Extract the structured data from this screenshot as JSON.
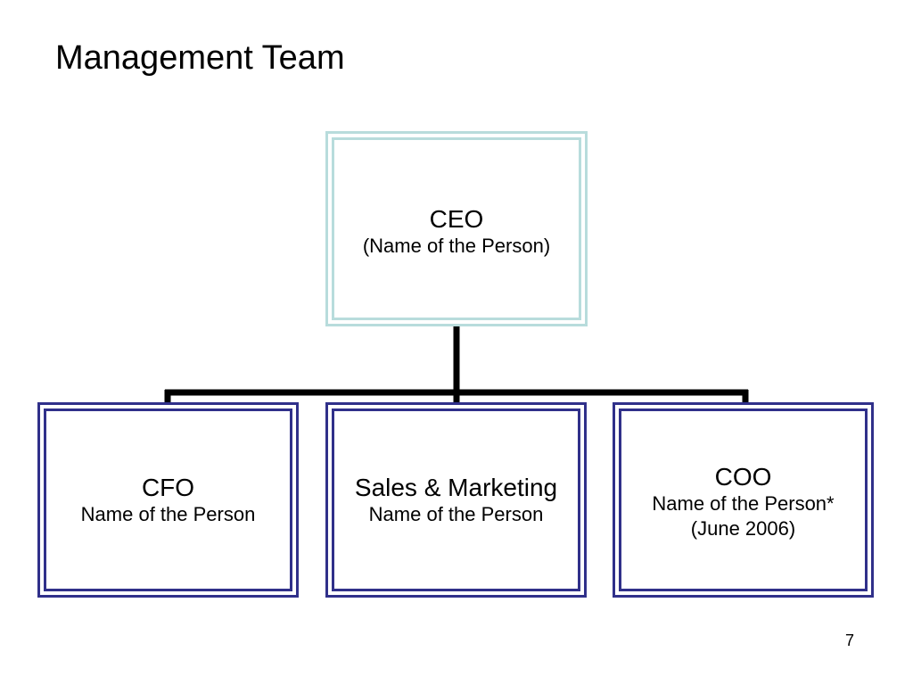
{
  "slide": {
    "title": "Management Team",
    "page_number": "7"
  },
  "colors": {
    "ceo_border": "#b8dcdc",
    "report_border": "#30308a",
    "connector": "#000000"
  },
  "org_chart": {
    "ceo": {
      "title": "CEO",
      "lines": [
        "(Name of the Person)"
      ]
    },
    "reports": [
      {
        "title": "CFO",
        "lines": [
          "Name of the Person"
        ]
      },
      {
        "title": "Sales & Marketing",
        "lines": [
          "Name of the Person"
        ]
      },
      {
        "title": "COO",
        "lines": [
          "Name of the Person*",
          "(June 2006)"
        ]
      }
    ]
  }
}
